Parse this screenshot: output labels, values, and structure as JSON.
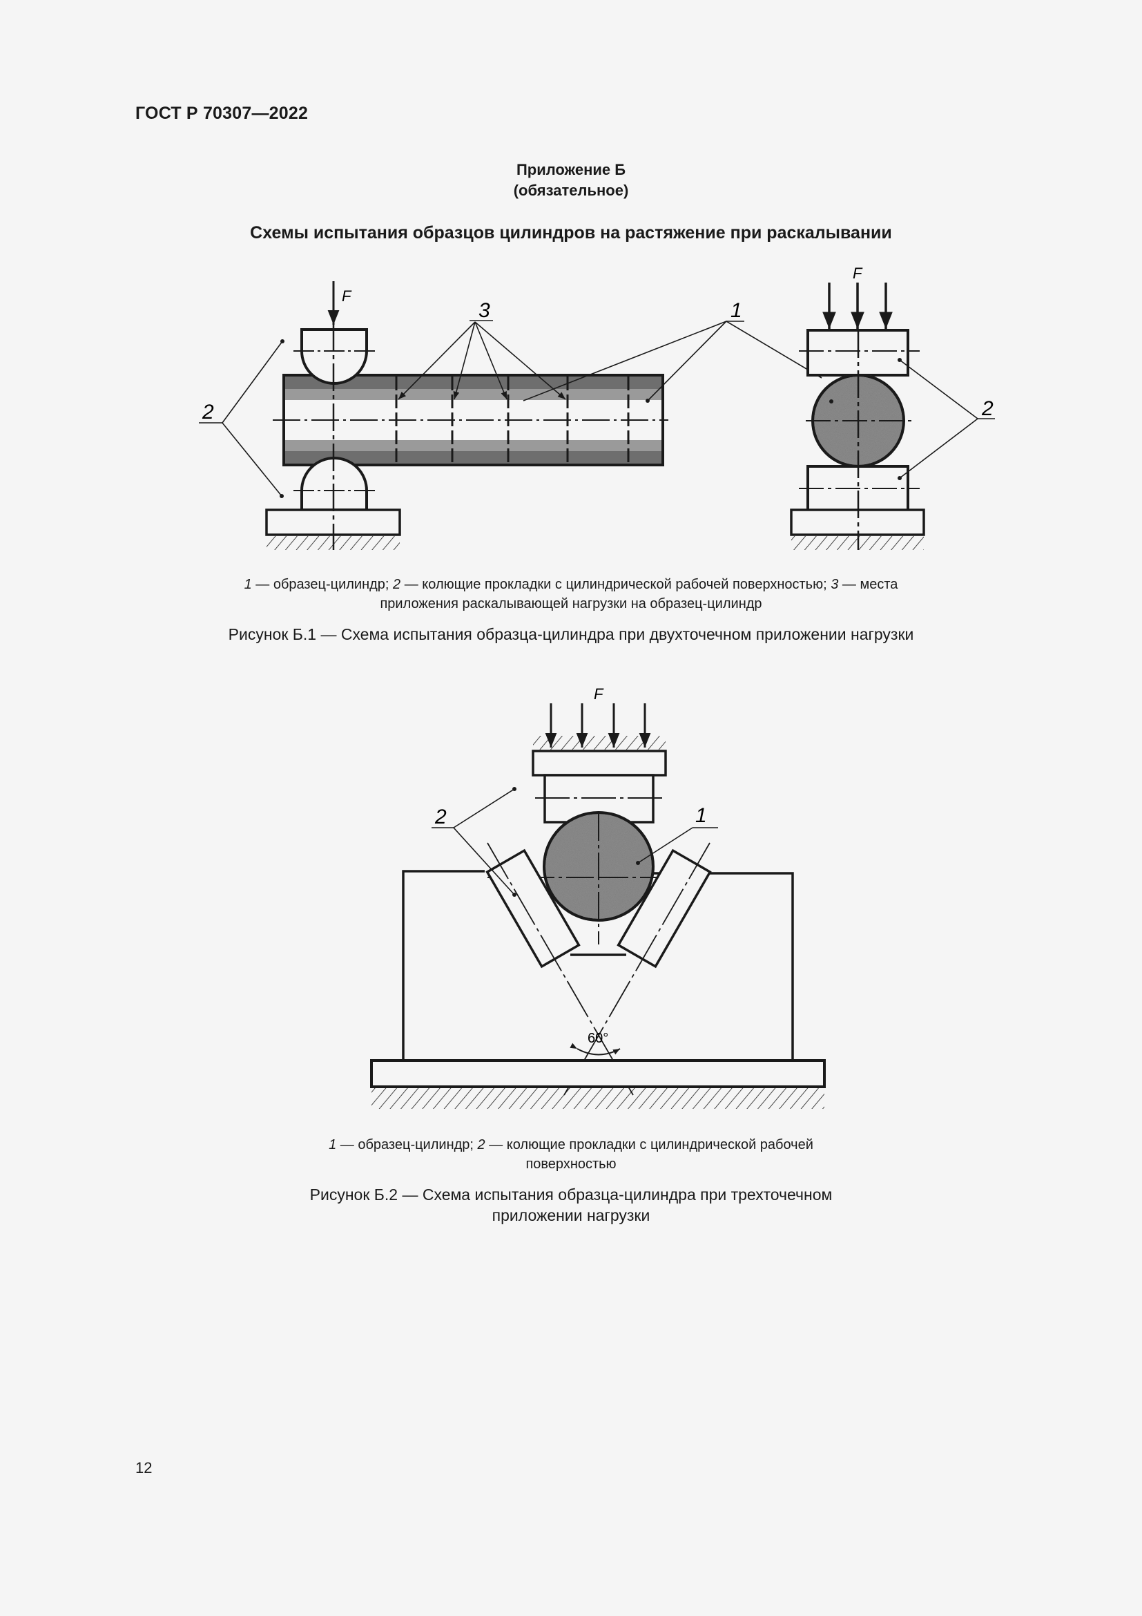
{
  "header": {
    "standard_code": "ГОСТ Р 70307—2022"
  },
  "appendix": {
    "title": "Приложение Б",
    "status": "(обязательное)",
    "heading": "Схемы испытания образцов цилиндров на растяжение при раскалывании"
  },
  "figure1": {
    "labels": {
      "force": "F",
      "l1": "1",
      "l2": "2",
      "l3": "3"
    },
    "legend": {
      "n1": "1",
      "t1": " — образец-цилиндр; ",
      "n2": "2",
      "t2": " — колющие прокладки с цилиндрической рабочей поверхностью; ",
      "n3": "3",
      "t3": " — места",
      "line2": "приложения раскалывающей нагрузки на образец-цилиндр"
    },
    "caption": "Рисунок Б.1 — Схема испытания образца-цилиндра при двухточечном приложении нагрузки"
  },
  "figure2": {
    "labels": {
      "force": "F",
      "l1": "1",
      "l2": "2",
      "angle": "60°"
    },
    "legend": {
      "n1": "1",
      "t1": " — образец-цилиндр; ",
      "n2": "2",
      "t2": " — колющие прокладки с цилиндрической рабочей",
      "line2": "поверхностью"
    },
    "caption_line1": "Рисунок Б.2 — Схема испытания образца-цилиндра при трехточечном",
    "caption_line2": "приложении нагрузки"
  },
  "footer": {
    "page_number": "12"
  }
}
